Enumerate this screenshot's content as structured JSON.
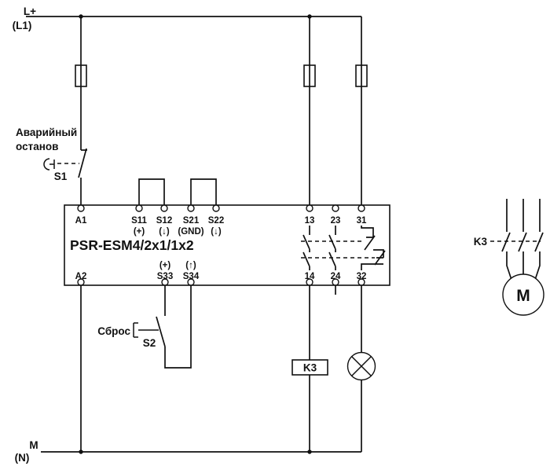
{
  "power": {
    "top_label": "L+",
    "top_sublabel": "(L1)",
    "bottom_label": "M",
    "bottom_sublabel": "(N)"
  },
  "emergency_stop": {
    "caption_line1": "Аварийный",
    "caption_line2": "останов",
    "id": "S1"
  },
  "reset": {
    "caption": "Сброс",
    "id": "S2"
  },
  "relay": {
    "model": "PSR-ESM4/2x1/1x2",
    "terminals_top": [
      {
        "id": "A1",
        "sub": ""
      },
      {
        "id": "S11",
        "sub": "(+)"
      },
      {
        "id": "S12",
        "sub": "(↓)"
      },
      {
        "id": "S21",
        "sub": "(GND)"
      },
      {
        "id": "S22",
        "sub": "(↓)"
      },
      {
        "id": "13",
        "sub": ""
      },
      {
        "id": "23",
        "sub": ""
      },
      {
        "id": "31",
        "sub": ""
      }
    ],
    "terminals_bottom": [
      {
        "id": "A2",
        "sup": ""
      },
      {
        "id": "S33",
        "sup": "(+)"
      },
      {
        "id": "S34",
        "sup": "(↑)"
      },
      {
        "id": "14",
        "sup": ""
      },
      {
        "id": "24",
        "sup": ""
      },
      {
        "id": "32",
        "sup": ""
      }
    ]
  },
  "contactor": {
    "coil_id": "K3",
    "contacts_id": "K3"
  },
  "motor": {
    "id": "M"
  },
  "colors": {
    "line": "#111111",
    "background": "#ffffff"
  }
}
